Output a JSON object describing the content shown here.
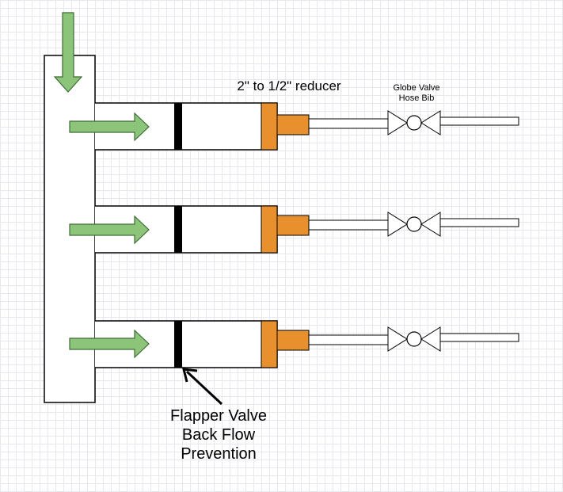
{
  "labels": {
    "reducer": "2\" to 1/2\" reducer",
    "globe_valve_line1": "Globe Valve",
    "globe_valve_line2": "Hose Bib",
    "flapper_line1": "Flapper Valve",
    "flapper_line2": "Back Flow",
    "flapper_line3": "Prevention"
  },
  "colors": {
    "arrow_fill": "#8cc57a",
    "arrow_stroke": "#3d6b35",
    "reducer_fill": "#e8902d",
    "flapper_fill": "#000000",
    "line": "#000000",
    "grid": "#e6e8ee"
  },
  "branch_count": 3
}
